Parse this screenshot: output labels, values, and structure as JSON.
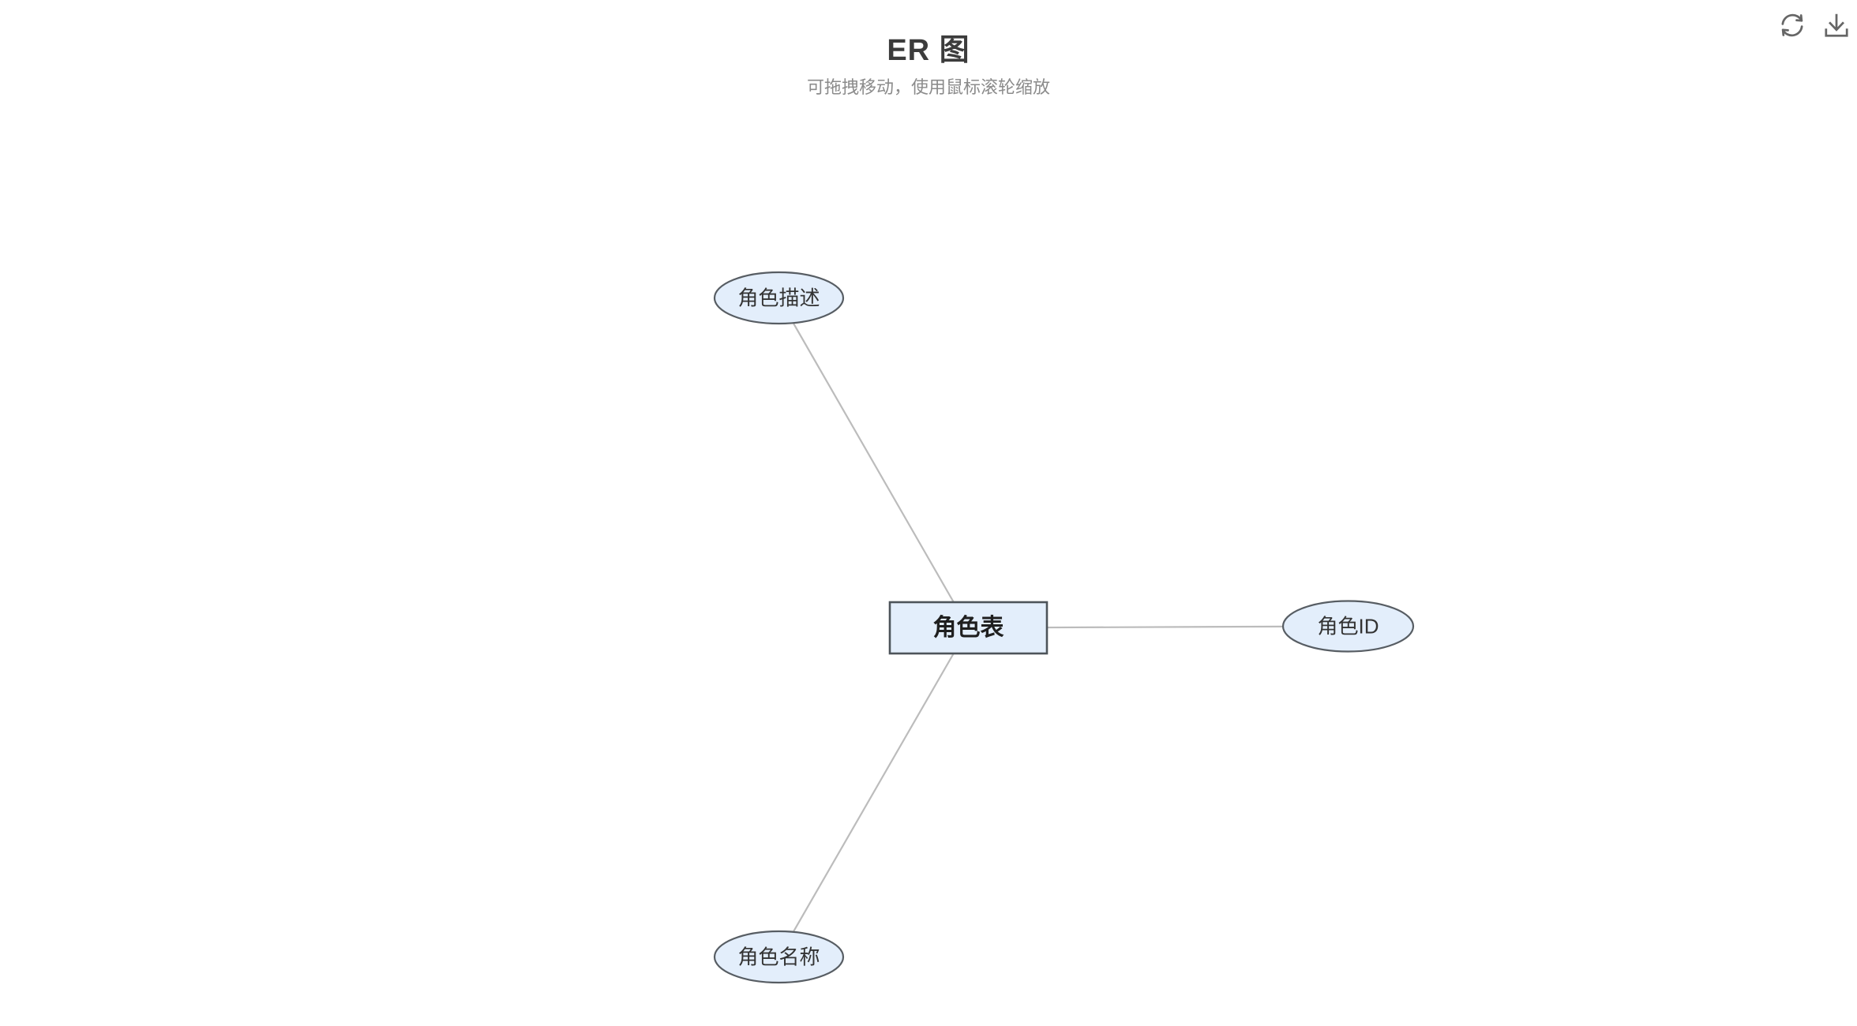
{
  "header": {
    "title": "ER 图",
    "subtitle": "可拖拽移动，使用鼠标滚轮缩放"
  },
  "toolbar": {
    "buttons": [
      {
        "icon": "refresh-icon",
        "action": "refresh"
      },
      {
        "icon": "download-icon",
        "action": "download"
      }
    ]
  },
  "diagram": {
    "type": "entity-relationship",
    "entity": {
      "label": "角色表",
      "shape": "rect"
    },
    "attributes": [
      {
        "label": "角色描述",
        "shape": "ellipse",
        "position": "top-left"
      },
      {
        "label": "角色ID",
        "shape": "ellipse",
        "position": "right"
      },
      {
        "label": "角色名称",
        "shape": "ellipse",
        "position": "bottom-left"
      }
    ],
    "edges": [
      {
        "from": "角色表",
        "to": "角色描述"
      },
      {
        "from": "角色表",
        "to": "角色ID"
      },
      {
        "from": "角色表",
        "to": "角色名称"
      }
    ],
    "colors": {
      "node_fill": "#e3eefb",
      "entity_stroke": "#4d545a",
      "ellipse_stroke": "#575d63",
      "edge": "#bcbcbc",
      "icon": "#666666",
      "title": "#3c3c3c",
      "subtitle": "#8b8b8b"
    }
  }
}
